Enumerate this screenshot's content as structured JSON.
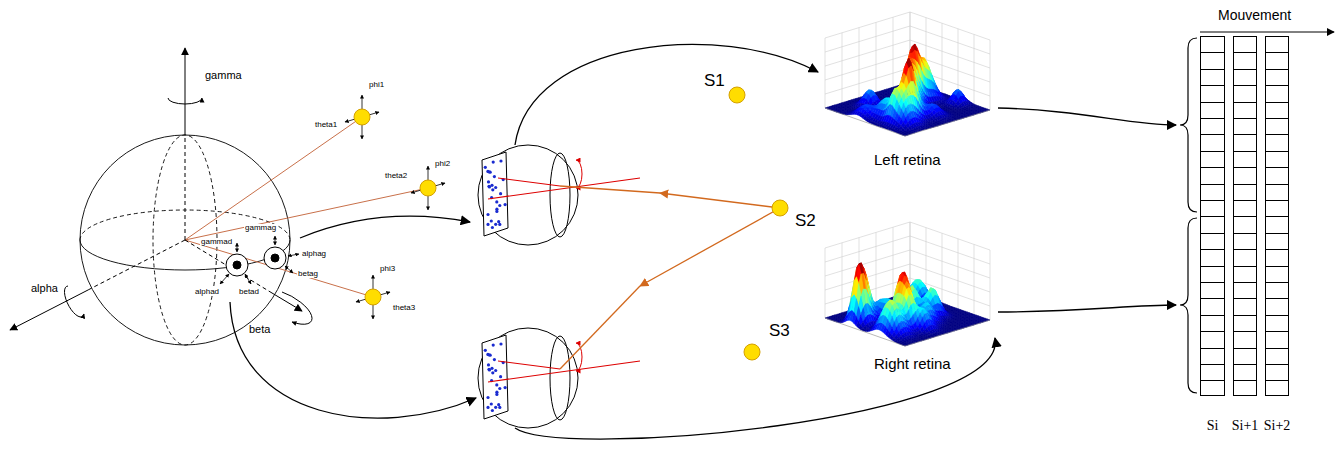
{
  "diagram": {
    "nodes": [
      {
        "text": [
          "Si"
        ]
      },
      {
        "text": [
          "Si+1"
        ]
      },
      {
        "text": [
          "Si+2"
        ]
      }
    ],
    "labels": [
      "gamma",
      "alpha",
      "beta",
      "gammad",
      "alphad",
      "betad",
      "gammag",
      "alphag",
      "betag",
      "theta1",
      "phi1",
      "theta2",
      "phi2",
      "theta3",
      "phi3",
      "S1",
      "S2",
      "S3",
      "Left retina",
      "Right retina",
      "Mouvement"
    ]
  }
}
